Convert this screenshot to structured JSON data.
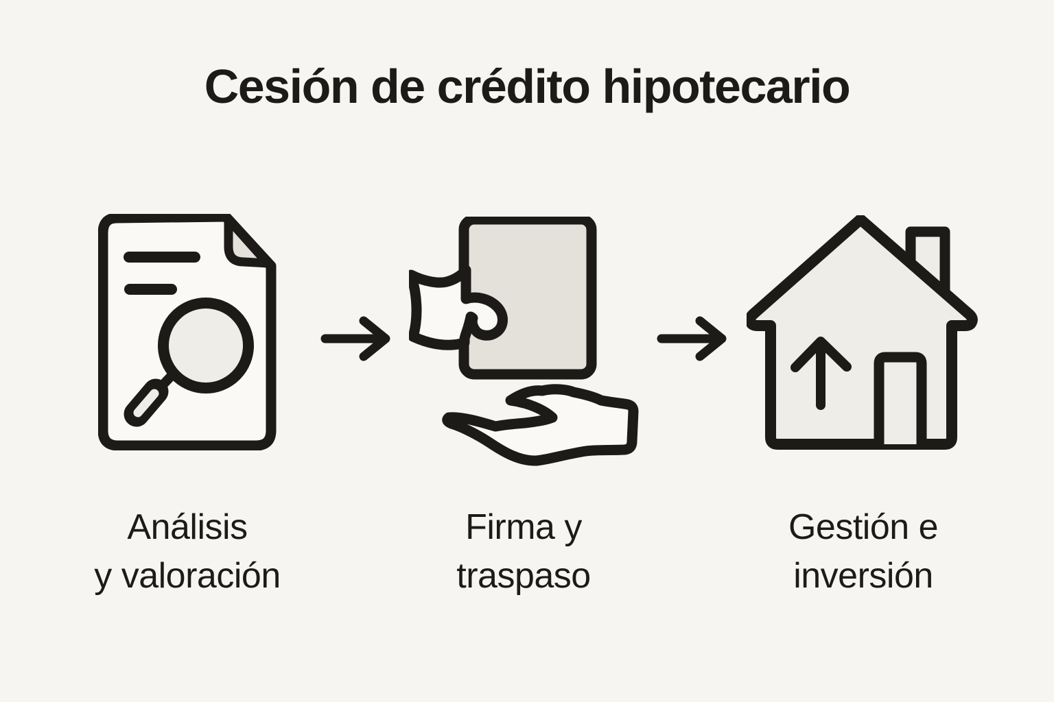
{
  "title": "Cesión de crédito hipotecario",
  "colors": {
    "background": "#f7f5f1",
    "ink": "#1c1b18",
    "fill_light": "#efede7",
    "fill_gray": "#e4e1da",
    "fill_paper": "#faf9f6"
  },
  "steps": [
    {
      "icon": "document-magnifier-icon",
      "label_line1": "Análisis",
      "label_line2": "y valoración"
    },
    {
      "icon": "hand-document-icon",
      "label_line1": "Firma y",
      "label_line2": "traspaso"
    },
    {
      "icon": "house-growth-icon",
      "label_line1": "Gestión e",
      "label_line2": "inversión"
    }
  ],
  "arrows": [
    {
      "icon": "right-arrow-icon"
    },
    {
      "icon": "right-arrow-icon"
    }
  ]
}
